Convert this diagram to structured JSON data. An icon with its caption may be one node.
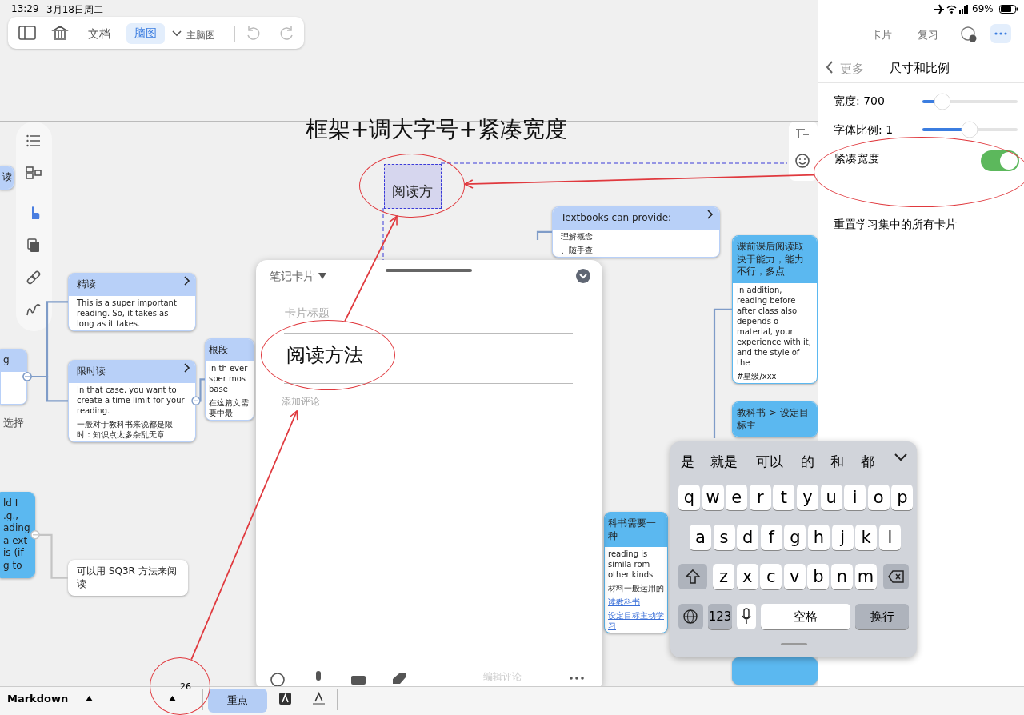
{
  "diagram": {
    "title": "框架+调大字号+紧凑宽度",
    "nodes": [
      {
        "text": [
          "读"
        ]
      },
      {
        "text": [
          "g"
        ]
      },
      {
        "text": [
          "精读",
          "This is a super important reading. So, it takes as long as it takes."
        ]
      },
      {
        "text": [
          "限时读",
          "In that case, you want to create a time limit for your reading.",
          "一般对于教科书来说都是限时：知识点太多杂乱无章"
        ]
      },
      {
        "text": [
          "根段",
          "In th ever sper mos base",
          "在这篇文需要中最"
        ]
      },
      {
        "text": [
          "ld I .g., ading a ext is (if g to"
        ]
      },
      {
        "text": [
          "可以用 SQ3R 方法来阅读"
        ]
      },
      {
        "text": [],
        "shape": "ellipse"
      },
      {
        "text": [
          "阅读方"
        ],
        "in": 7
      },
      {
        "text": [
          "Textbooks can provide:",
          "理解概念",
          "、随手查"
        ]
      },
      {
        "text": [
          "课前课后阅读取决于能力，能力不行，多点",
          "In addition, reading before after class also depends o material, your experience with it, and the style of the",
          "#星级/xxx"
        ]
      },
      {
        "text": [
          "教科书 > 设定目标主"
        ]
      },
      {
        "text": [
          "科书需要一种",
          "reading is simila rom other kinds",
          "材料一般运用的",
          "读教科书",
          "设定目标主动学习"
        ]
      },
      {
        "text": [],
        "shape": "box"
      },
      {
        "text": [],
        "shape": "ellipse"
      },
      {
        "text": [
          "阅读方法"
        ],
        "in": 14
      },
      {
        "text": [
          "添加评论"
        ]
      },
      {
        "text": [],
        "shape": "ellipse"
      },
      {
        "text": [
          "26"
        ],
        "in": 17
      },
      {
        "text": [],
        "shape": "ellipse"
      },
      {
        "text": [
          "紧凑宽度"
        ],
        "in": 19
      }
    ],
    "edges": [
      {
        "from": 1,
        "to": 2,
        "arrow": "other"
      },
      {
        "from": 1,
        "to": 3,
        "arrow": "other"
      },
      {
        "from": 3,
        "to": 4,
        "arrow": "other"
      },
      {
        "from": 5,
        "to": 6,
        "arrow": "other",
        "color": "#c4c4c4"
      },
      {
        "from": null,
        "to": 9,
        "arrow": "none"
      },
      {
        "from": null,
        "to": 10,
        "arrow": "none"
      },
      {
        "from": 17,
        "to": 16,
        "arrow": "to",
        "color": "#e0393e"
      },
      {
        "from": 14,
        "to": 7,
        "arrow": "to",
        "color": "#e0393e"
      },
      {
        "from": 19,
        "to": 7,
        "arrow": "to",
        "color": "#e0393e"
      }
    ],
    "labels": [
      "13:29",
      "3月18日周二",
      "69%",
      "文档",
      "脑图",
      "主脑图",
      "卡片",
      "复习",
      "更多",
      "尺寸和比例",
      "宽度: 700",
      "字体比例: 1",
      "选择",
      "笔记卡片",
      "卡片标题",
      "重置学习集中的所有卡片",
      "编辑评论",
      "是",
      "就是",
      "可以",
      "的",
      "和",
      "都",
      "q",
      "w",
      "e",
      "r",
      "t",
      "y",
      "u",
      "i",
      "o",
      "p",
      "a",
      "s",
      "d",
      "f",
      "g",
      "h",
      "j",
      "k",
      "l",
      "z",
      "x",
      "c",
      "v",
      "b",
      "n",
      "m",
      "123",
      "空格",
      "换行",
      "Markdown",
      "重点"
    ]
  }
}
